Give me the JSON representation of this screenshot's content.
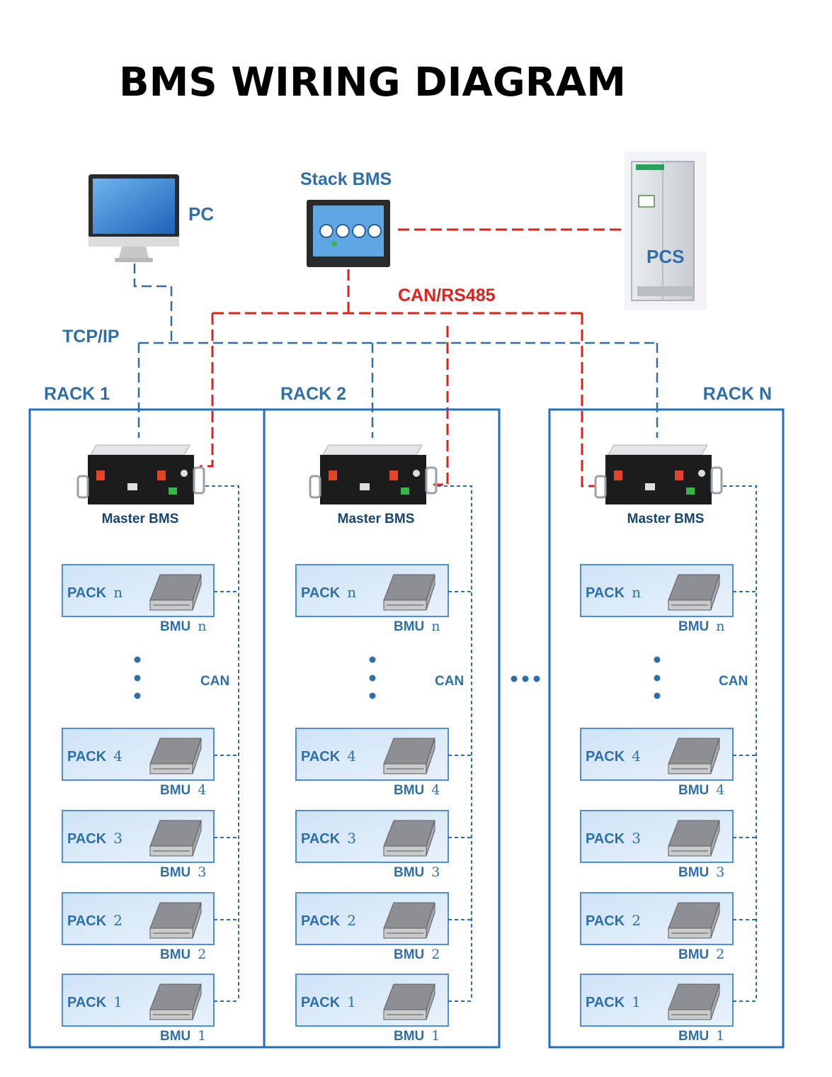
{
  "title": "BMS WIRING DIAGRAM",
  "devices": {
    "pc": "PC",
    "stack_bms": "Stack BMS",
    "pcs": "PCS"
  },
  "links": {
    "can_rs485": "CAN/RS485",
    "tcp_ip": "TCP/IP"
  },
  "racks": [
    {
      "name": "RACK 1",
      "master": "Master BMS",
      "can_label": "CAN",
      "packs": [
        {
          "pack": "PACK",
          "idx": "n",
          "bmu": "BMU",
          "bmu_idx": "n"
        },
        {
          "pack": "PACK",
          "idx": "4",
          "bmu": "BMU",
          "bmu_idx": "4"
        },
        {
          "pack": "PACK",
          "idx": "3",
          "bmu": "BMU",
          "bmu_idx": "3"
        },
        {
          "pack": "PACK",
          "idx": "2",
          "bmu": "BMU",
          "bmu_idx": "2"
        },
        {
          "pack": "PACK",
          "idx": "1",
          "bmu": "BMU",
          "bmu_idx": "1"
        }
      ]
    },
    {
      "name": "RACK 2",
      "master": "Master BMS",
      "can_label": "CAN",
      "packs": [
        {
          "pack": "PACK",
          "idx": "n",
          "bmu": "BMU",
          "bmu_idx": "n"
        },
        {
          "pack": "PACK",
          "idx": "4",
          "bmu": "BMU",
          "bmu_idx": "4"
        },
        {
          "pack": "PACK",
          "idx": "3",
          "bmu": "BMU",
          "bmu_idx": "3"
        },
        {
          "pack": "PACK",
          "idx": "2",
          "bmu": "BMU",
          "bmu_idx": "2"
        },
        {
          "pack": "PACK",
          "idx": "1",
          "bmu": "BMU",
          "bmu_idx": "1"
        }
      ]
    },
    {
      "name": "RACK N",
      "master": "Master BMS",
      "can_label": "CAN",
      "packs": [
        {
          "pack": "PACK",
          "idx": "n",
          "bmu": "BMU",
          "bmu_idx": "n"
        },
        {
          "pack": "PACK",
          "idx": "4",
          "bmu": "BMU",
          "bmu_idx": "4"
        },
        {
          "pack": "PACK",
          "idx": "3",
          "bmu": "BMU",
          "bmu_idx": "3"
        },
        {
          "pack": "PACK",
          "idx": "2",
          "bmu": "BMU",
          "bmu_idx": "2"
        },
        {
          "pack": "PACK",
          "idx": "1",
          "bmu": "BMU",
          "bmu_idx": "1"
        }
      ]
    }
  ],
  "colors": {
    "blue_line": "#2f6fa8",
    "red_line": "#e0201b",
    "pack_fill": "#d6e8f7",
    "rack_border": "#1f6fbf"
  }
}
